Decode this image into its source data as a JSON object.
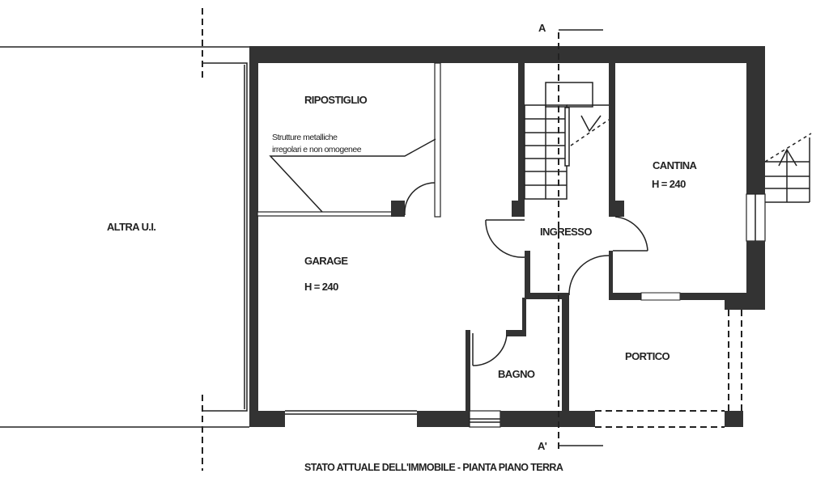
{
  "plan": {
    "title": "STATO ATTUALE DELL'IMMOBILE - PIANTA PIANO TERRA",
    "section_marks": {
      "top": "A",
      "bottom": "A'"
    },
    "rooms": {
      "other_unit": "ALTRA U.I.",
      "storage": "RIPOSTIGLIO",
      "storage_note_line1": "Strutture metalliche",
      "storage_note_line2": "irregolari e non omogenee",
      "garage": "GARAGE",
      "garage_height": "H = 240",
      "entrance": "INGRESSO",
      "cellar": "CANTINA",
      "cellar_height": "H = 240",
      "bathroom": "BAGNO",
      "porch": "PORTICO"
    }
  }
}
